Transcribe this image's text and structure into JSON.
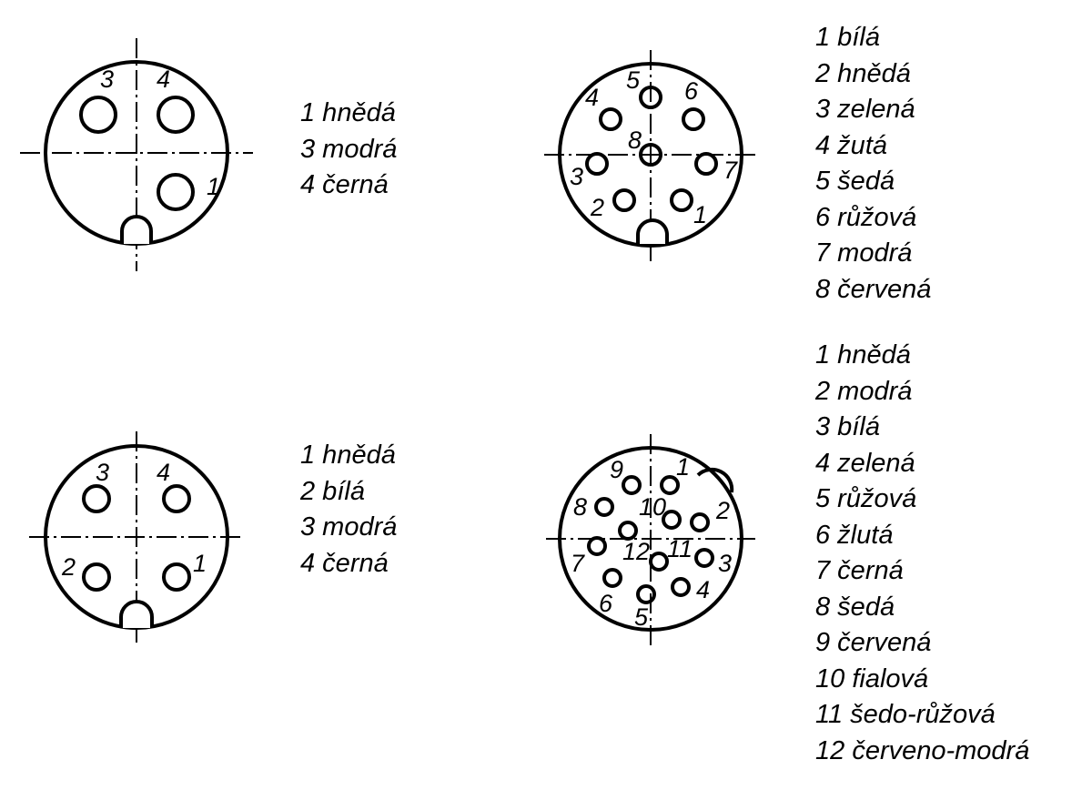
{
  "connectors": [
    {
      "id": "a",
      "pin_labels": [
        "3",
        "4",
        "1"
      ],
      "legend": [
        "1 hnědá",
        "3 modrá",
        "4 černá"
      ]
    },
    {
      "id": "b",
      "pin_labels": [
        "5",
        "6",
        "4",
        "8",
        "3",
        "7",
        "2",
        "1"
      ],
      "legend": [
        "1 bílá",
        "2 hnědá",
        "3 zelená",
        "4 žutá",
        "5 šedá",
        "6 růžová",
        "7 modrá",
        "8 červená"
      ]
    },
    {
      "id": "c",
      "pin_labels": [
        "3",
        "4",
        "2",
        "1"
      ],
      "legend": [
        "1 hnědá",
        "2 bílá",
        "3 modrá",
        "4 černá"
      ]
    },
    {
      "id": "d",
      "pin_labels": [
        "9",
        "1",
        "8",
        "10",
        "2",
        "7",
        "12",
        "11",
        "3",
        "6",
        "4",
        "5"
      ],
      "legend": [
        "1 hnědá",
        "2 modrá",
        "3 bílá",
        "4 zelená",
        "5 růžová",
        "6 žlutá",
        "7 černá",
        "8 šedá",
        "9 červená",
        "10 fialová",
        "11 šedo-růžová",
        "12 červeno-modrá"
      ]
    }
  ]
}
